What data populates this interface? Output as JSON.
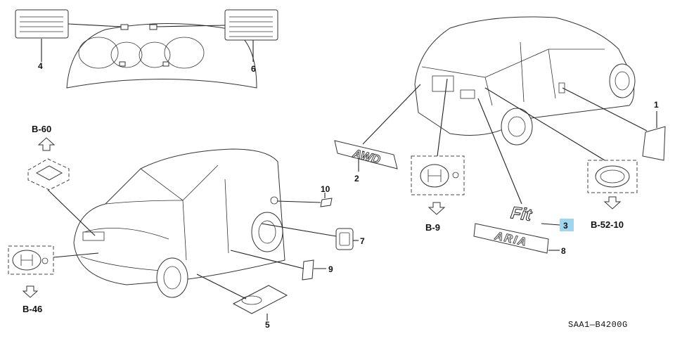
{
  "callouts": {
    "c1": "1",
    "c2": "2",
    "c3": "3",
    "c4": "4",
    "c5": "5",
    "c6": "6",
    "c7": "7",
    "c8": "8",
    "c9": "9",
    "c10": "10"
  },
  "refs": {
    "b60": "B-60",
    "b46": "B-46",
    "b9": "B-9",
    "b5210": "B-52-10"
  },
  "emblems": {
    "awd": "AWD",
    "fit": "Fit",
    "aria": "ARIA"
  },
  "diagram_code": "SAA1—B4200G",
  "colors": {
    "highlight": "#9fd6ef",
    "line": "#222222"
  }
}
